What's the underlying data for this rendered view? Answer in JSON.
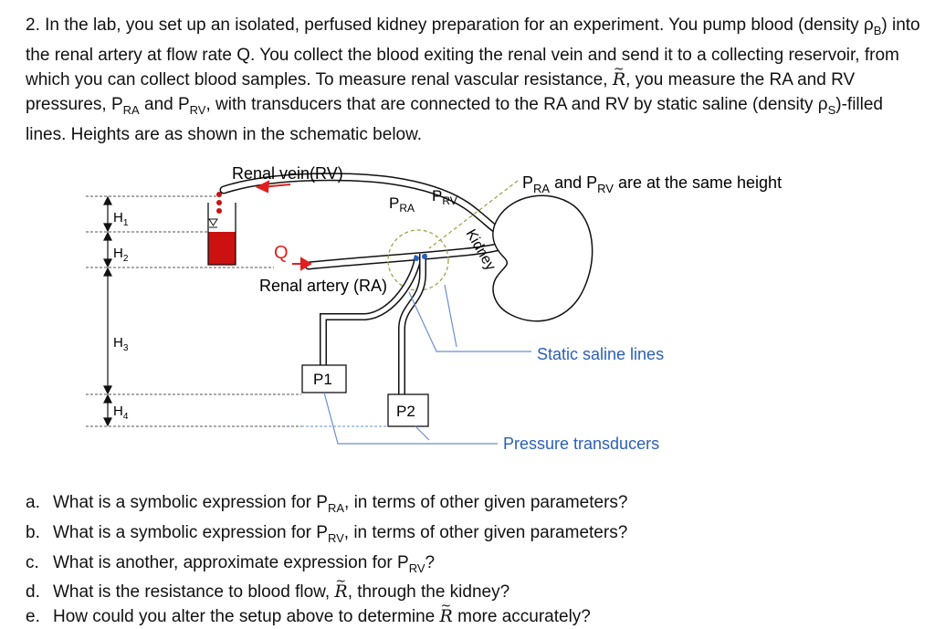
{
  "problem": {
    "number": "2.",
    "intro_parts": {
      "p1": "In the lab, you set up an isolated, perfused kidney preparation for an experiment.  You pump blood (density ρ",
      "p1_sub": "B",
      "p2": ") into the renal artery at flow rate Q.  You collect the blood exiting the renal vein and send it to a collecting reservoir, from which you can collect blood samples.  To measure renal vascular resistance, ",
      "r_symbol": "R",
      "p3": ", you measure the RA and RV pressures, P",
      "p3_sub": "RA",
      "p4": " and P",
      "p4_sub": "RV",
      "p5": ", with transducers that are connected to the RA and RV by static saline (density ρ",
      "p5_sub": "S",
      "p6": ")-filled lines.  Heights are as shown in the schematic below."
    }
  },
  "diagram": {
    "renal_vein_label": "Renal vein(RV)",
    "renal_artery_label": "Renal artery (RA)",
    "flow_label": "Q",
    "kidney_label": "Kidney",
    "pra_label": "P",
    "pra_sub": "RA",
    "prv_label": "P",
    "prv_sub": "RV",
    "same_height_p1": "P",
    "same_height_sub1": "RA",
    "same_height_mid": " and P",
    "same_height_sub2": "RV",
    "same_height_end": " are at the same height",
    "heights": [
      {
        "label": "H",
        "sub": "1"
      },
      {
        "label": "H",
        "sub": "2"
      },
      {
        "label": "H",
        "sub": "3"
      },
      {
        "label": "H",
        "sub": "4"
      }
    ],
    "transducer_1": "P1",
    "transducer_2": "P2",
    "static_saline_label": "Static saline lines",
    "pressure_transducers_label": "Pressure transducers",
    "colors": {
      "blood": "#cc1111",
      "arrow": "#e02020",
      "callout": "#2b5fb8",
      "saline_line": "#6a8fd0",
      "dashed_circle": "#9c9c40"
    }
  },
  "questions": [
    {
      "letter": "a.",
      "text": "What is a symbolic expression for P",
      "sub": "RA",
      "rest": ", in terms of other given parameters?"
    },
    {
      "letter": "b.",
      "text": "What is a symbolic expression for P",
      "sub": "RV",
      "rest": ", in terms of other given parameters?"
    },
    {
      "letter": "c.",
      "text": "What is another, approximate expression for P",
      "sub": "RV",
      "rest": "?"
    },
    {
      "letter": "d.",
      "text": "What is the resistance to blood flow, ",
      "rsym": "R",
      "rest": ", through the kidney?"
    },
    {
      "letter": "e.",
      "text": "How could you alter the setup above to determine ",
      "rsym": "R",
      "rest": " more accurately?"
    }
  ]
}
